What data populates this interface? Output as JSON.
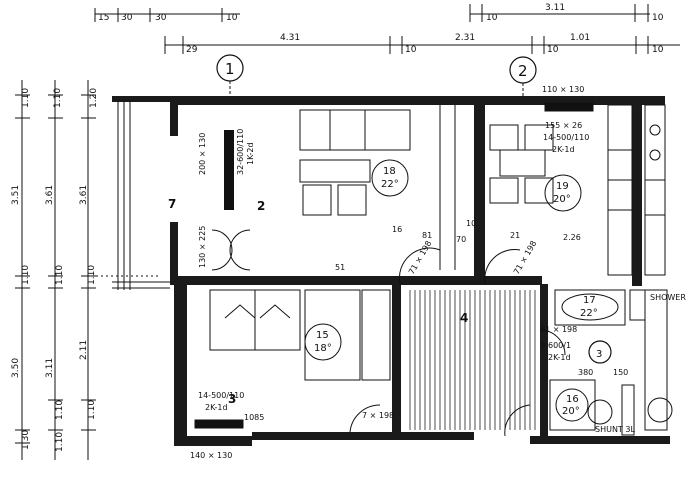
{
  "top_dims": {
    "row1": [
      "15",
      "30",
      "30",
      "10",
      "10",
      "3.11",
      "10"
    ],
    "row2": [
      "29",
      "4.31",
      "10",
      "2.31",
      "10",
      "1.01",
      "10"
    ]
  },
  "axis_labels": [
    "1",
    "2",
    "3"
  ],
  "left_dims": [
    "1.10",
    "1.10",
    "1.20",
    "3.51",
    "3.61",
    "3.61",
    "1.10",
    "1.10",
    "1.10",
    "3.50",
    "3.11",
    "2.11",
    "1.10",
    "1.10",
    "1.30",
    "1.10"
  ],
  "rooms": {
    "r7": "7",
    "r2": "2",
    "r18_no": "18",
    "r18_temp": "22°",
    "r19_no": "19",
    "r19_temp": "20°",
    "r17_no": "17",
    "r17_temp": "22°",
    "r15_no": "15",
    "r15_temp": "18°",
    "r16_no": "16",
    "r16_temp": "20°",
    "r4": "4",
    "r3": "3"
  },
  "annotations": {
    "window_1": "200 × 130",
    "radiator_1": "32-600/110",
    "radiator_1b": "1K-2d",
    "door_1": "130 × 225",
    "window_2": "110 × 130",
    "radiator_2": "155 × 26",
    "radiator_2b": "14-500/110",
    "radiator_2c": "2K-1d",
    "dim_81": "81",
    "dim_70": "70",
    "dim_10": "10",
    "dim_16": "16",
    "dim_21": "21",
    "dim_51": "51",
    "dim_226": "2.26",
    "door_a": "71 × 198",
    "door_b": "71 × 198",
    "door_c": "61 × 198",
    "door_d": "7 × 198",
    "radiator_3": "14-500/110",
    "radiator_3b": "2K-1d",
    "dim_1085": "1085",
    "radiator_4": "9-600/1",
    "radiator_4b": "2K-1d",
    "dim_380": "380",
    "dim_150": "150",
    "shower": "SHOWER",
    "shower_dim": "SHUNT 3L",
    "dim_140": "140 × 130"
  }
}
